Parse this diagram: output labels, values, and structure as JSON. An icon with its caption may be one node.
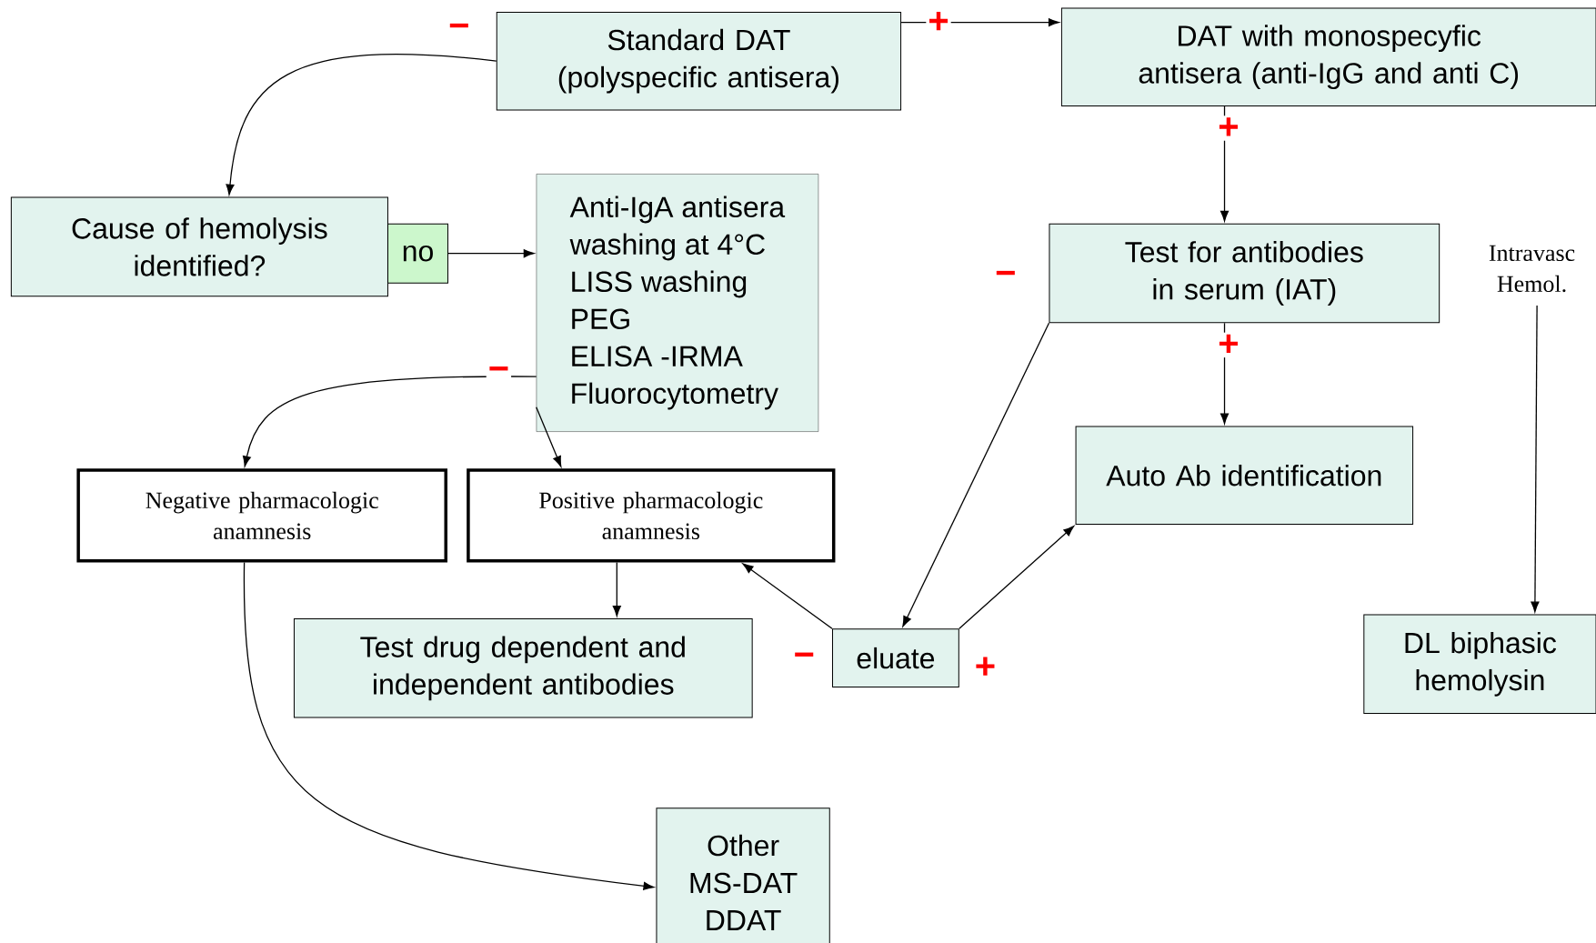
{
  "diagram": {
    "nodes": [
      {
        "text": [
          "Standard DAT (polyspecific antisera)"
        ]
      },
      {
        "text": [
          "DAT with monospecyfic antisera (anti-IgG and anti C)"
        ]
      },
      {
        "text": [
          "Cause of hemolysis identified?"
        ]
      },
      {
        "text": [
          "no"
        ]
      },
      {
        "text": [
          "Anti-IgA antisera",
          "washing  at 4°C",
          "LISS washing",
          "PEG",
          "ELISA -IRMA",
          "Fluorocytometry"
        ]
      },
      {
        "text": [
          "Test for antibodies in serum (IAT)"
        ]
      },
      {
        "text": [
          "Intravasc Hemol."
        ]
      },
      {
        "text": [
          "Negative pharmacologic anamnesis"
        ]
      },
      {
        "text": [
          "Positive pharmacologic anamnesis"
        ]
      },
      {
        "text": [
          "Auto Ab identification"
        ]
      },
      {
        "text": [
          "Test drug dependent and independent antibodies"
        ]
      },
      {
        "text": [
          "eluate"
        ]
      },
      {
        "text": [
          "DL biphasic hemolysin"
        ]
      },
      {
        "text": [
          "Other MS-DAT DDAT"
        ]
      }
    ],
    "edges": [
      {
        "from": 0,
        "to": 2,
        "arrow": "to",
        "label": "−"
      },
      {
        "from": 0,
        "to": 1,
        "arrow": "to",
        "label": "+"
      },
      {
        "from": 1,
        "to": 5,
        "arrow": "to",
        "label": "+"
      },
      {
        "from": 3,
        "to": 4,
        "arrow": "to"
      },
      {
        "from": 4,
        "to": 7,
        "arrow": "to",
        "label": "−"
      },
      {
        "from": 4,
        "to": 8,
        "arrow": "to"
      },
      {
        "from": 8,
        "to": 10,
        "arrow": "to"
      },
      {
        "from": 11,
        "to": 8,
        "arrow": "to",
        "label": "−"
      },
      {
        "from": 11,
        "to": 9,
        "arrow": "to",
        "label": "+"
      },
      {
        "from": 5,
        "to": 11,
        "arrow": "to",
        "label": "−"
      },
      {
        "from": 5,
        "to": 9,
        "arrow": "to",
        "label": "+"
      },
      {
        "from": 6,
        "to": 12,
        "arrow": "to"
      },
      {
        "from": 7,
        "to": 13,
        "arrow": "to"
      }
    ]
  }
}
